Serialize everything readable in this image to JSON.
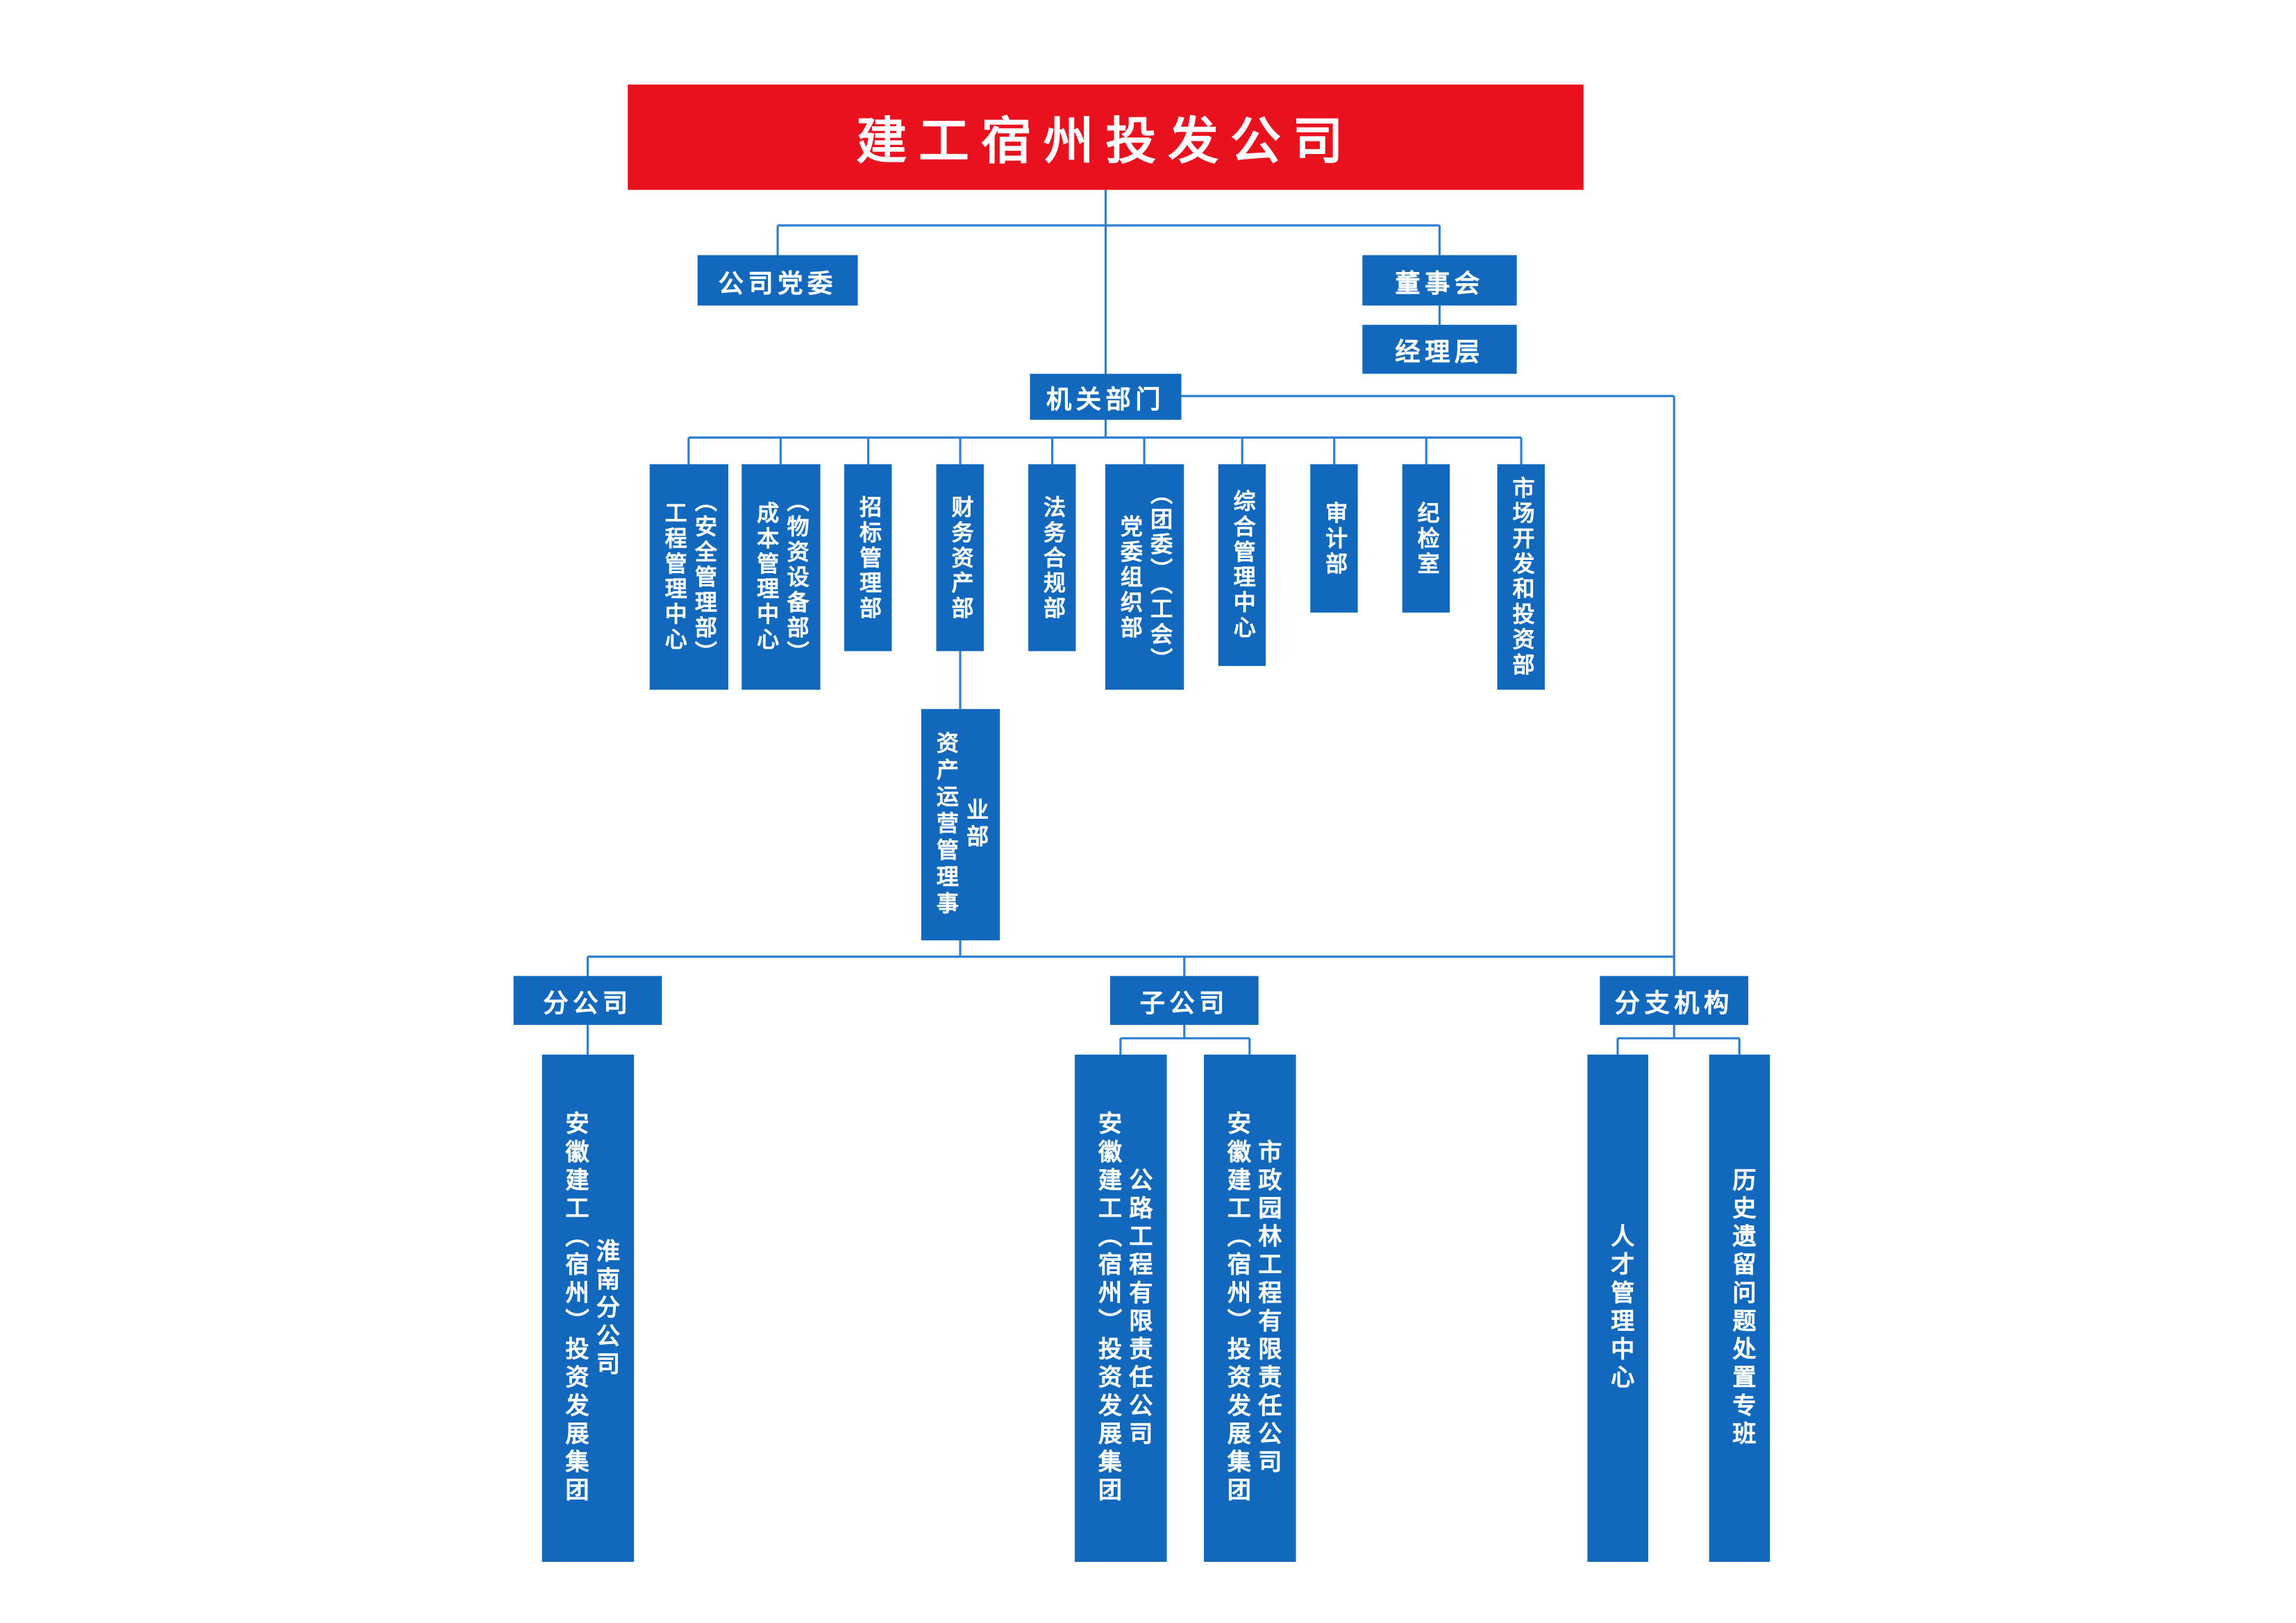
{
  "colors": {
    "banner_red": "#e8111d",
    "node_blue": "#1268bd",
    "line_blue": "#2e7fd0"
  },
  "banner": {
    "title": "建工宿州投发公司"
  },
  "nodes": {
    "party_committee": "公司党委",
    "board": "董事会",
    "management_layer": "经理层",
    "organ_departments": "机关部门",
    "asset_operation": "资产运营管理事业部"
  },
  "departments": [
    {
      "label": "工程管理中心\n（安全管理部）"
    },
    {
      "label": "成本管理中心\n（物资设备部）"
    },
    {
      "label": "招标管理部"
    },
    {
      "label": "财务资产部"
    },
    {
      "label": "法务合规部"
    },
    {
      "label": "党委组织部\n（团委）（工会）"
    },
    {
      "label": "综合管理中心"
    },
    {
      "label": "审计部"
    },
    {
      "label": "纪检室"
    },
    {
      "label": "市场开发和投资部"
    }
  ],
  "tiers": {
    "branch_company": {
      "label": "分公司",
      "children": [
        {
          "label": "安徽建工（宿州）投资发展集团\n淮南分公司"
        }
      ]
    },
    "subsidiary": {
      "label": "子公司",
      "children": [
        {
          "label": "安徽建工（宿州）投资发展集团\n公路工程有限责任公司"
        },
        {
          "label": "安徽建工（宿州）投资发展集团\n市政园林工程有限责任公司"
        }
      ]
    },
    "branch_org": {
      "label": "分支机构",
      "children": [
        {
          "label": "人才管理中心"
        },
        {
          "label": "历史遗留问题处置专班"
        }
      ]
    }
  }
}
